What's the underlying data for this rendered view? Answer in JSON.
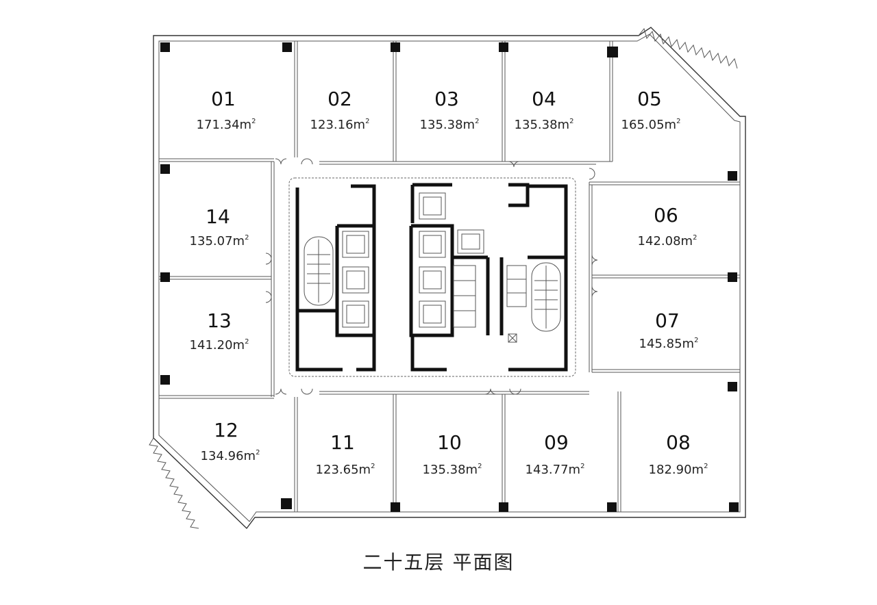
{
  "caption": "二十五层 平面图",
  "area_unit": "m",
  "area_unit_sup": "2",
  "units": [
    {
      "id": "01",
      "area": "171.34"
    },
    {
      "id": "02",
      "area": "123.16"
    },
    {
      "id": "03",
      "area": "135.38"
    },
    {
      "id": "04",
      "area": "135.38"
    },
    {
      "id": "05",
      "area": "165.05"
    },
    {
      "id": "06",
      "area": "142.08"
    },
    {
      "id": "07",
      "area": "145.85"
    },
    {
      "id": "08",
      "area": "182.90"
    },
    {
      "id": "09",
      "area": "143.77"
    },
    {
      "id": "10",
      "area": "135.38"
    },
    {
      "id": "11",
      "area": "123.65"
    },
    {
      "id": "12",
      "area": "134.96"
    },
    {
      "id": "13",
      "area": "141.20"
    },
    {
      "id": "14",
      "area": "135.07"
    }
  ]
}
